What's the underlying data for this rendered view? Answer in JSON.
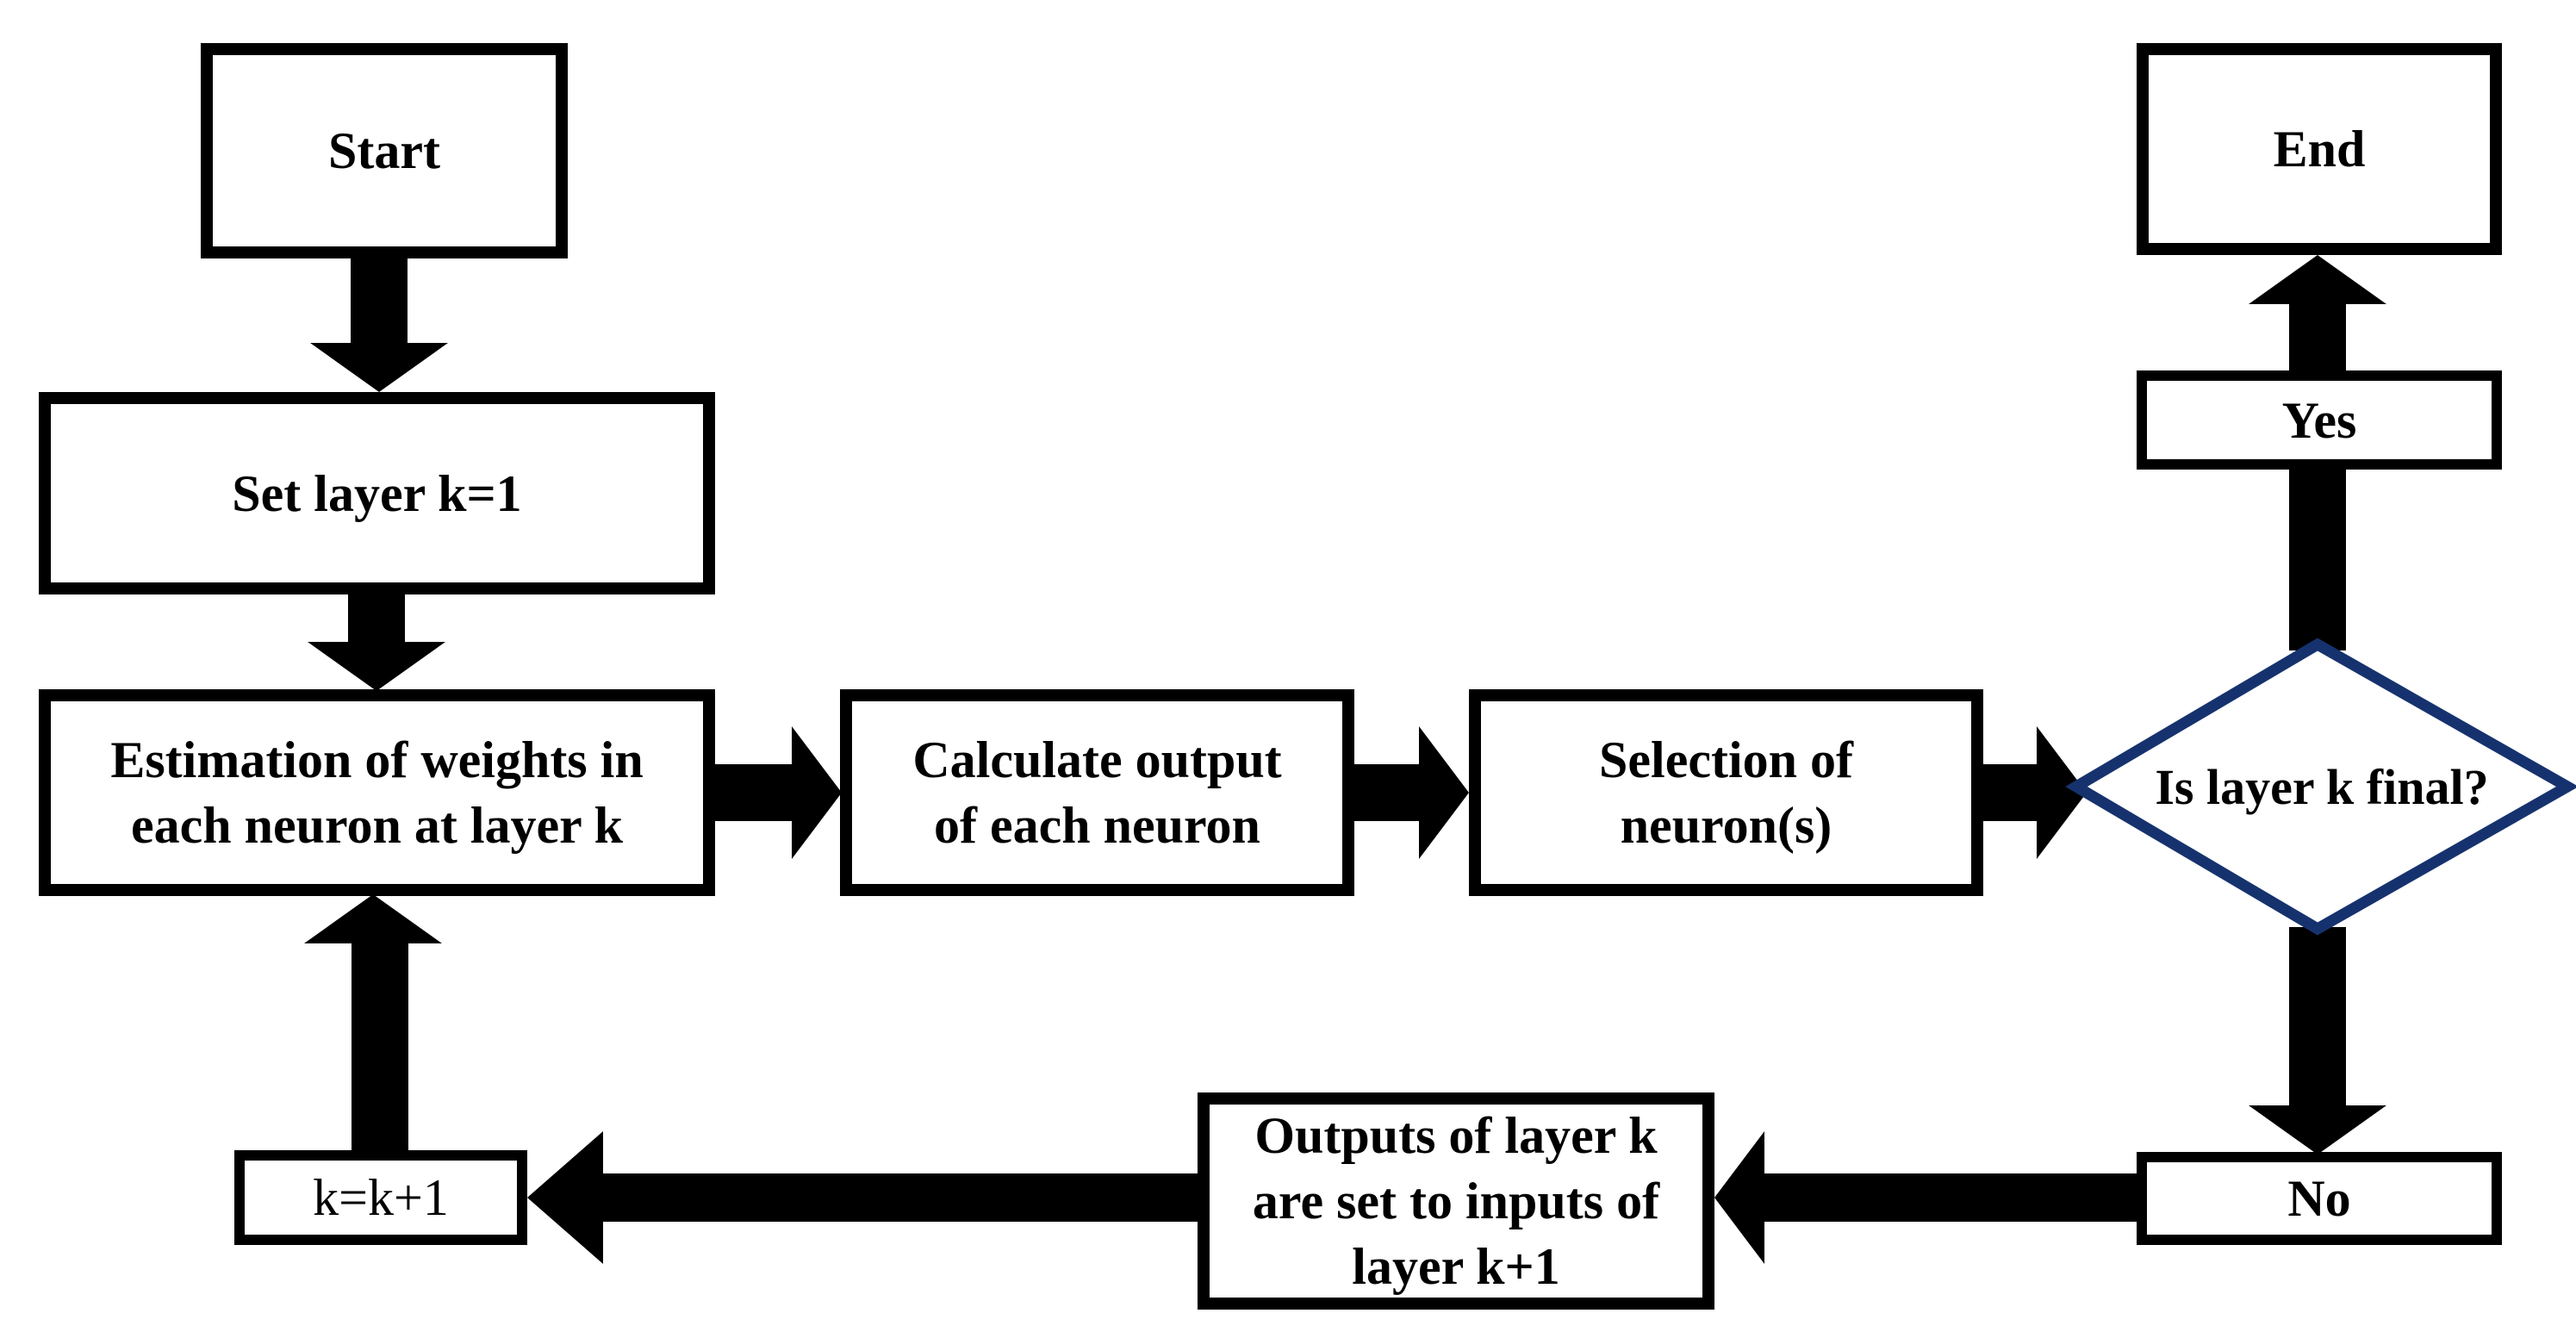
{
  "diagram": {
    "type": "flowchart",
    "nodes": {
      "start": {
        "label": "Start"
      },
      "set_layer": {
        "label": "Set layer k=1"
      },
      "estimation": {
        "lines": [
          "Estimation of weights in",
          "each neuron at layer k"
        ]
      },
      "calculate": {
        "lines": [
          "Calculate output",
          "of each neuron"
        ]
      },
      "selection": {
        "lines": [
          "Selection of",
          "neuron(s)"
        ]
      },
      "decision": {
        "label": "Is layer k final?"
      },
      "yes_branch": {
        "label": "Yes"
      },
      "end": {
        "label": "End"
      },
      "no_branch": {
        "label": "No"
      },
      "outputs": {
        "lines": [
          "Outputs of layer k",
          "are set to inputs of",
          "layer k+1"
        ]
      },
      "increment": {
        "label": "k=k+1"
      }
    },
    "edges": [
      {
        "from": "start",
        "to": "set_layer"
      },
      {
        "from": "set_layer",
        "to": "estimation"
      },
      {
        "from": "estimation",
        "to": "calculate"
      },
      {
        "from": "calculate",
        "to": "selection"
      },
      {
        "from": "selection",
        "to": "decision"
      },
      {
        "from": "decision",
        "to": "yes_branch"
      },
      {
        "from": "yes_branch",
        "to": "end"
      },
      {
        "from": "decision",
        "to": "no_branch"
      },
      {
        "from": "no_branch",
        "to": "outputs"
      },
      {
        "from": "outputs",
        "to": "increment"
      },
      {
        "from": "increment",
        "to": "estimation"
      }
    ],
    "colors": {
      "background": "#ffffff",
      "node_fill": "#ffffff",
      "text": "#000000",
      "box_border": "#000000",
      "arrow": "#000000",
      "decision_border": "#16326e"
    }
  }
}
